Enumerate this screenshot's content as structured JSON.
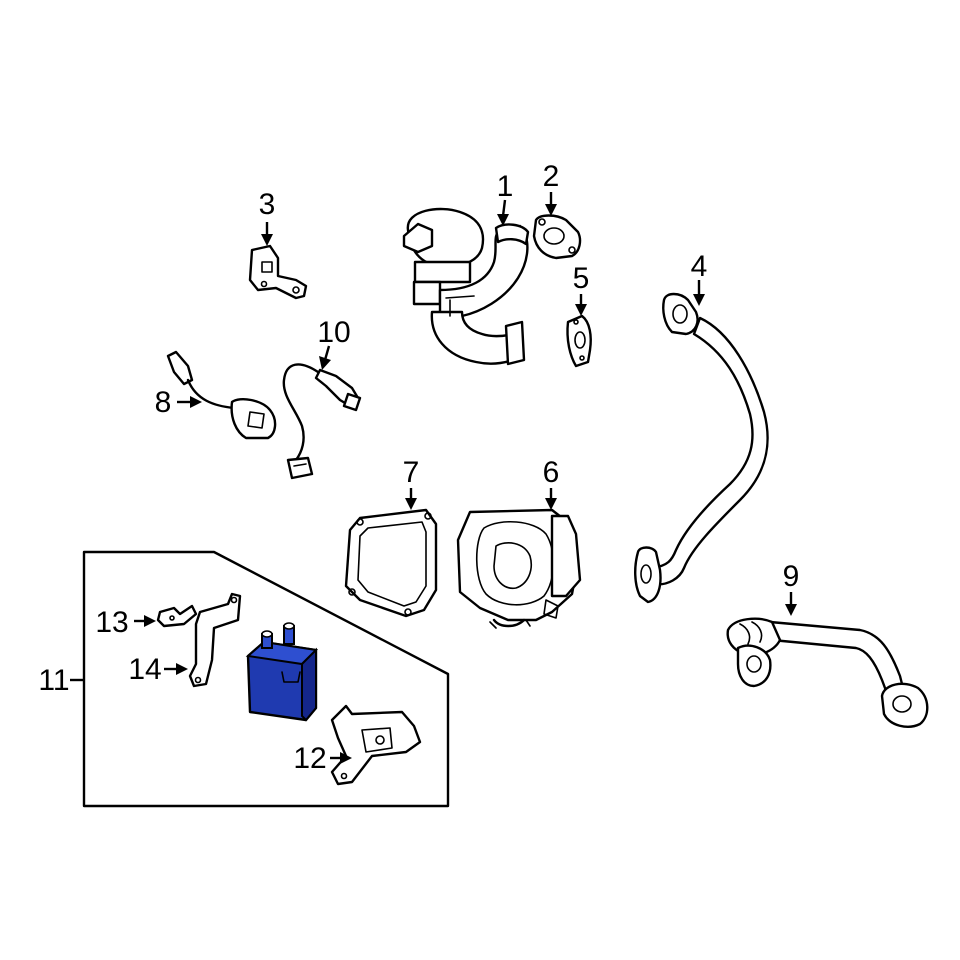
{
  "callouts": {
    "c1": "1",
    "c2": "2",
    "c3": "3",
    "c4": "4",
    "c5": "5",
    "c6": "6",
    "c7": "7",
    "c8": "8",
    "c9": "9",
    "c10": "10",
    "c11": "11",
    "c12": "12",
    "c13": "13",
    "c14": "14"
  },
  "colors": {
    "highlight_fill": "#1f3ab0",
    "highlight_shade": "#14268a",
    "line": "#000000",
    "background": "#ffffff"
  }
}
